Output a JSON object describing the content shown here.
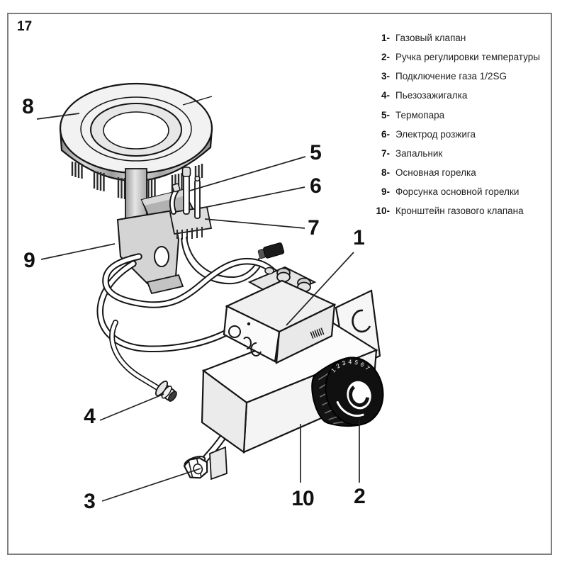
{
  "page": {
    "number": "17"
  },
  "legend": {
    "items": [
      {
        "num": "1-",
        "label": "Газовый клапан"
      },
      {
        "num": "2-",
        "label": "Ручка регулировки температуры"
      },
      {
        "num": "3-",
        "label": "Подключение газа 1/2SG"
      },
      {
        "num": "4-",
        "label": "Пьезозажигалка"
      },
      {
        "num": "5-",
        "label": "Термопара"
      },
      {
        "num": "6-",
        "label": "Электрод розжига"
      },
      {
        "num": "7-",
        "label": "Запальник"
      },
      {
        "num": "8-",
        "label": "Основная горелка"
      },
      {
        "num": "9-",
        "label": "Форсунка основной горелки"
      },
      {
        "num": "10-",
        "label": "Кронштейн газового клапана"
      }
    ]
  },
  "callouts": {
    "c1": {
      "label": "1"
    },
    "c2": {
      "label": "2"
    },
    "c3": {
      "label": "3"
    },
    "c4": {
      "label": "4"
    },
    "c5": {
      "label": "5"
    },
    "c6": {
      "label": "6"
    },
    "c7": {
      "label": "7"
    },
    "c8": {
      "label": "8"
    },
    "c9": {
      "label": "9"
    },
    "c10": {
      "label": "10"
    }
  },
  "knob": {
    "scale": "1234567"
  },
  "colors": {
    "line": "#151515",
    "frame_border": "#7e7e7e",
    "knob_black": "#131313",
    "metal_light": "#ececec",
    "metal_mid": "#c2c2c2",
    "metal_dark": "#8f8f8f",
    "background": "#ffffff"
  }
}
